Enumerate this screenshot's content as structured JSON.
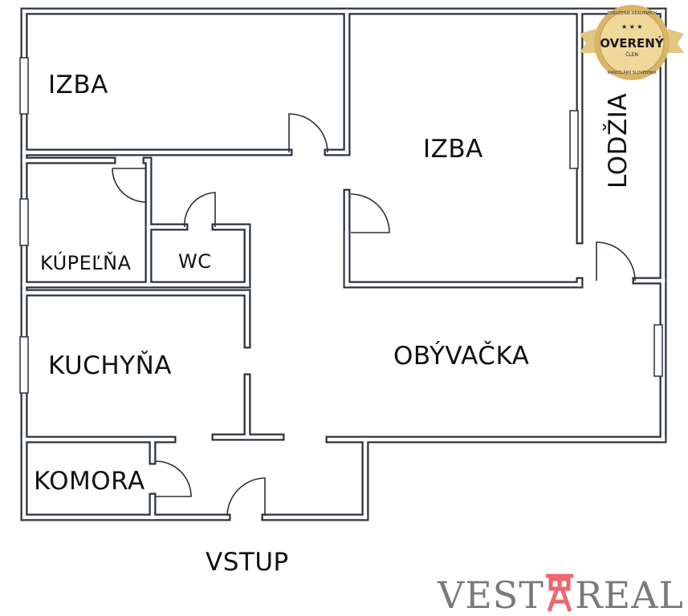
{
  "rooms": {
    "izba1": "IZBA",
    "izba2": "IZBA",
    "lodzia": "LODŽIA",
    "kupelna": "KÚPEĽŇA",
    "wc": "WC",
    "kuchyna": "KUCHYŇA",
    "obyvacka": "OBÝVAČKA",
    "komora": "KOMORA",
    "vstup": "VSTUP"
  },
  "badge": {
    "top_text": "ZDRUŽENIE REALITNÝCH",
    "main": "OVERENÝ",
    "sub": "ČLEN",
    "bottom_text": "KANCELÁRIÍ SLOVENSKA"
  },
  "logo": {
    "left": "VEST",
    "right": "REAL",
    "mark_color": "#ee6670",
    "text_color": "#7a7a7a"
  },
  "colors": {
    "wall": "#2b303b",
    "gold": "#d9b56a"
  }
}
